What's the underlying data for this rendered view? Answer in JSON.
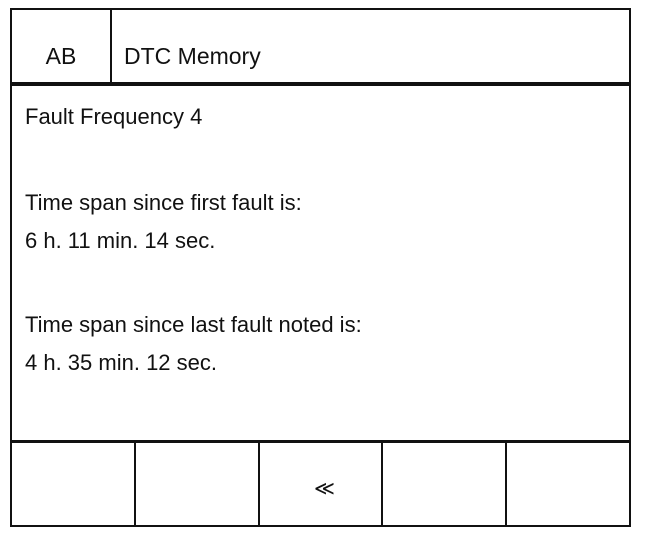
{
  "header": {
    "code": "AB",
    "title": "DTC Memory"
  },
  "content": {
    "fault_frequency": "Fault Frequency 4",
    "first_fault_label": "Time span since first fault is:",
    "first_fault_value": "6 h. 11 min. 14 sec.",
    "last_fault_label": "Time span since last fault noted is:",
    "last_fault_value": "4 h. 35 min. 12 sec."
  },
  "softkeys": [
    {
      "label": "",
      "icon": ""
    },
    {
      "label": "",
      "icon": ""
    },
    {
      "label": "≪",
      "icon": "back-arrow-icon"
    },
    {
      "label": "",
      "icon": ""
    },
    {
      "label": "",
      "icon": ""
    }
  ]
}
